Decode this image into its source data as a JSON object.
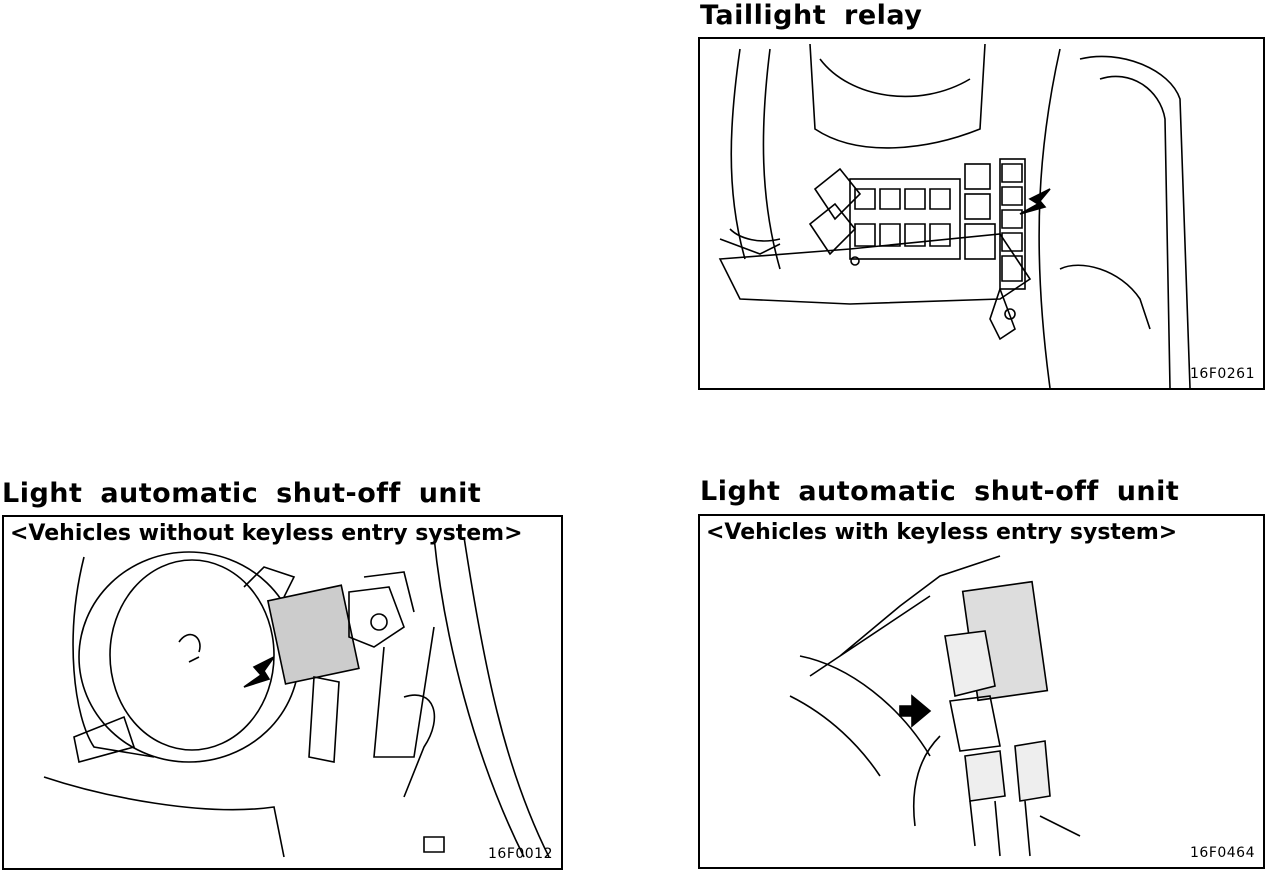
{
  "figures": [
    {
      "title": "Taillight relay",
      "subtitle": "",
      "figure_no": "16F0261",
      "illustration_icon": "relay-box-illustration"
    },
    {
      "title": "Light automatic shut-off unit",
      "subtitle": "<Vehicles without keyless entry system>",
      "figure_no": "16F0012",
      "illustration_icon": "speaker-unit-illustration"
    },
    {
      "title": "Light automatic shut-off unit",
      "subtitle": "<Vehicles with keyless entry system>",
      "figure_no": "16F0464",
      "illustration_icon": "relay-cluster-illustration"
    }
  ]
}
